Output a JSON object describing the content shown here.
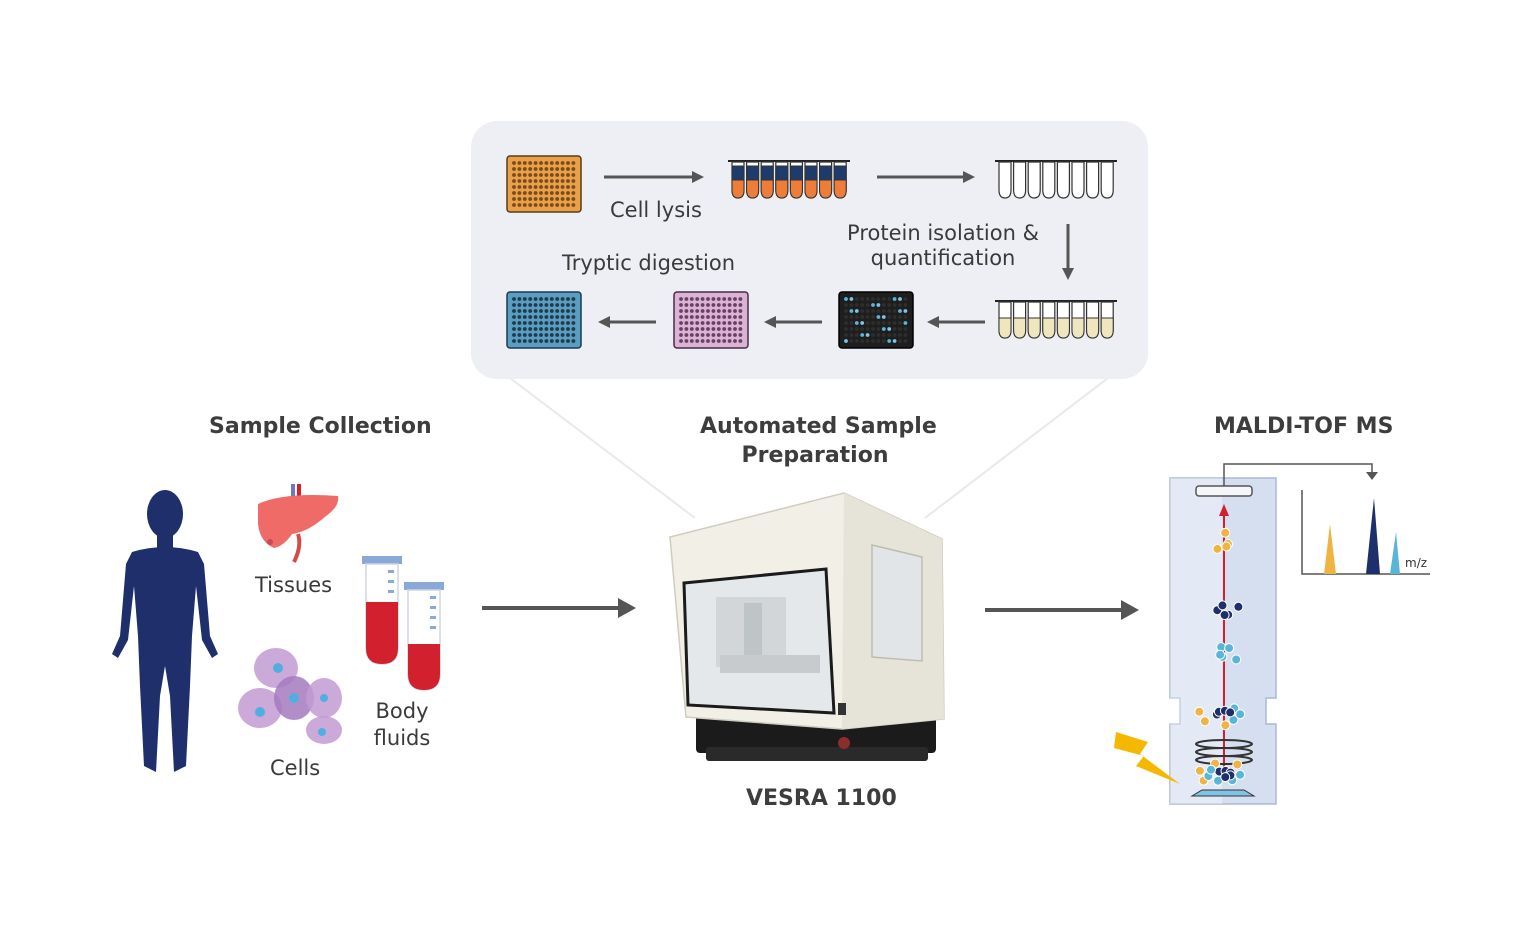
{
  "headings": {
    "sample_collection": "Sample Collection",
    "automated_prep_line1": "Automated Sample",
    "automated_prep_line2": "Preparation",
    "maldi": "MALDI-TOF MS",
    "instrument": "VESRA 1100"
  },
  "labels": {
    "tissues": "Tissues",
    "cells": "Cells",
    "body_fluids_line1": "Body",
    "body_fluids_line2": "fluids",
    "cell_lysis": "Cell lysis",
    "protein_line1": "Protein isolation &",
    "protein_line2": "quantification",
    "tryptic": "Tryptic digestion",
    "mz": "m/z"
  },
  "colors": {
    "navy": "#1f2f6b",
    "orange_plate": "#e8a04a",
    "blue_plate": "#5b9cc1",
    "pink_plate": "#d9b4d4",
    "black_plate": "#1e1e1e",
    "blood_red": "#d2202f",
    "liver": "#ee6b67",
    "cell_purple": "#b58cc9",
    "arrow_gray": "#555555",
    "panel_bg": "#edeff4",
    "flight_tube": "#d6dff0",
    "lightning": "#f4b800",
    "peak_yellow": "#efb443",
    "peak_cyan": "#5ab6d8"
  },
  "icons": [
    "human-silhouette-icon",
    "liver-icon",
    "cells-icon",
    "test-tube-icon",
    "well-plate-icon",
    "tube-strip-icon",
    "lightning-icon",
    "spectrum-icon"
  ]
}
